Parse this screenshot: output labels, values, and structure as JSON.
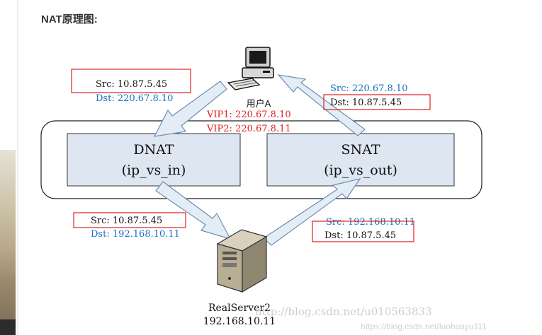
{
  "title": "NAT原理图:",
  "user": {
    "label": "用户A"
  },
  "vips": {
    "vip1": "VIP1: 220.67.8.10",
    "vip2": "VIP2: 220.67.8.11"
  },
  "dnat": {
    "name": "DNAT",
    "sub": "(ip_vs_in)"
  },
  "snat": {
    "name": "SNAT",
    "sub": "(ip_vs_out)"
  },
  "server": {
    "name": "RealServer2",
    "ip": "192.168.10.11"
  },
  "packets": {
    "in_client": {
      "src": "Src: 10.87.5.45",
      "dst": "Dst: 220.67.8.10"
    },
    "in_server": {
      "src": "Src: 10.87.5.45",
      "dst": "Dst: 192.168.10.11"
    },
    "out_server": {
      "src": "Src: 192.168.10.11",
      "dst": "Dst: 10.87.5.45"
    },
    "out_client": {
      "src": "Src: 220.67.8.10",
      "dst": "Dst: 10.87.5.45"
    }
  },
  "watermark": "http://blog.csdn.net/u010563833",
  "watermark2": "https://blog.csdn.net/luohuayu111",
  "colors": {
    "red": "#e02020",
    "blue": "#1a6fc0",
    "box": "#dde6f1",
    "arrow_fill": "#e4ecf6",
    "arrow_stroke": "#6c8fb5"
  }
}
